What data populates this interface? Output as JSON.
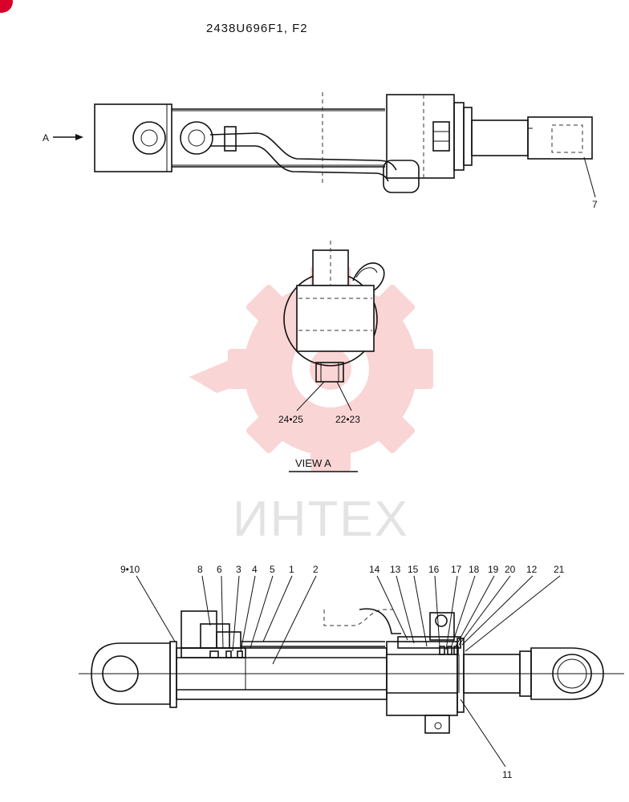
{
  "drawing": {
    "title": "2438U696F1, F2",
    "view_label": "VIEW   A",
    "arrow_label": "A",
    "watermark": "ИНТЕХ"
  },
  "labels": {
    "top": [
      "7"
    ],
    "view": [
      "24•25",
      "22•23"
    ],
    "bottom": [
      "9•10",
      "8",
      "6",
      "3",
      "4",
      "5",
      "1",
      "2",
      "14",
      "13",
      "15",
      "16",
      "17",
      "18",
      "19",
      "20",
      "12",
      "21",
      "11"
    ]
  },
  "colors": {
    "watermark_logo": "#f6b3b3",
    "corner_badge": "#d9002a",
    "line": "#111111"
  },
  "icons": {
    "watermark_logo": "gear-logo-icon",
    "corner_badge": "corner-badge-icon"
  }
}
